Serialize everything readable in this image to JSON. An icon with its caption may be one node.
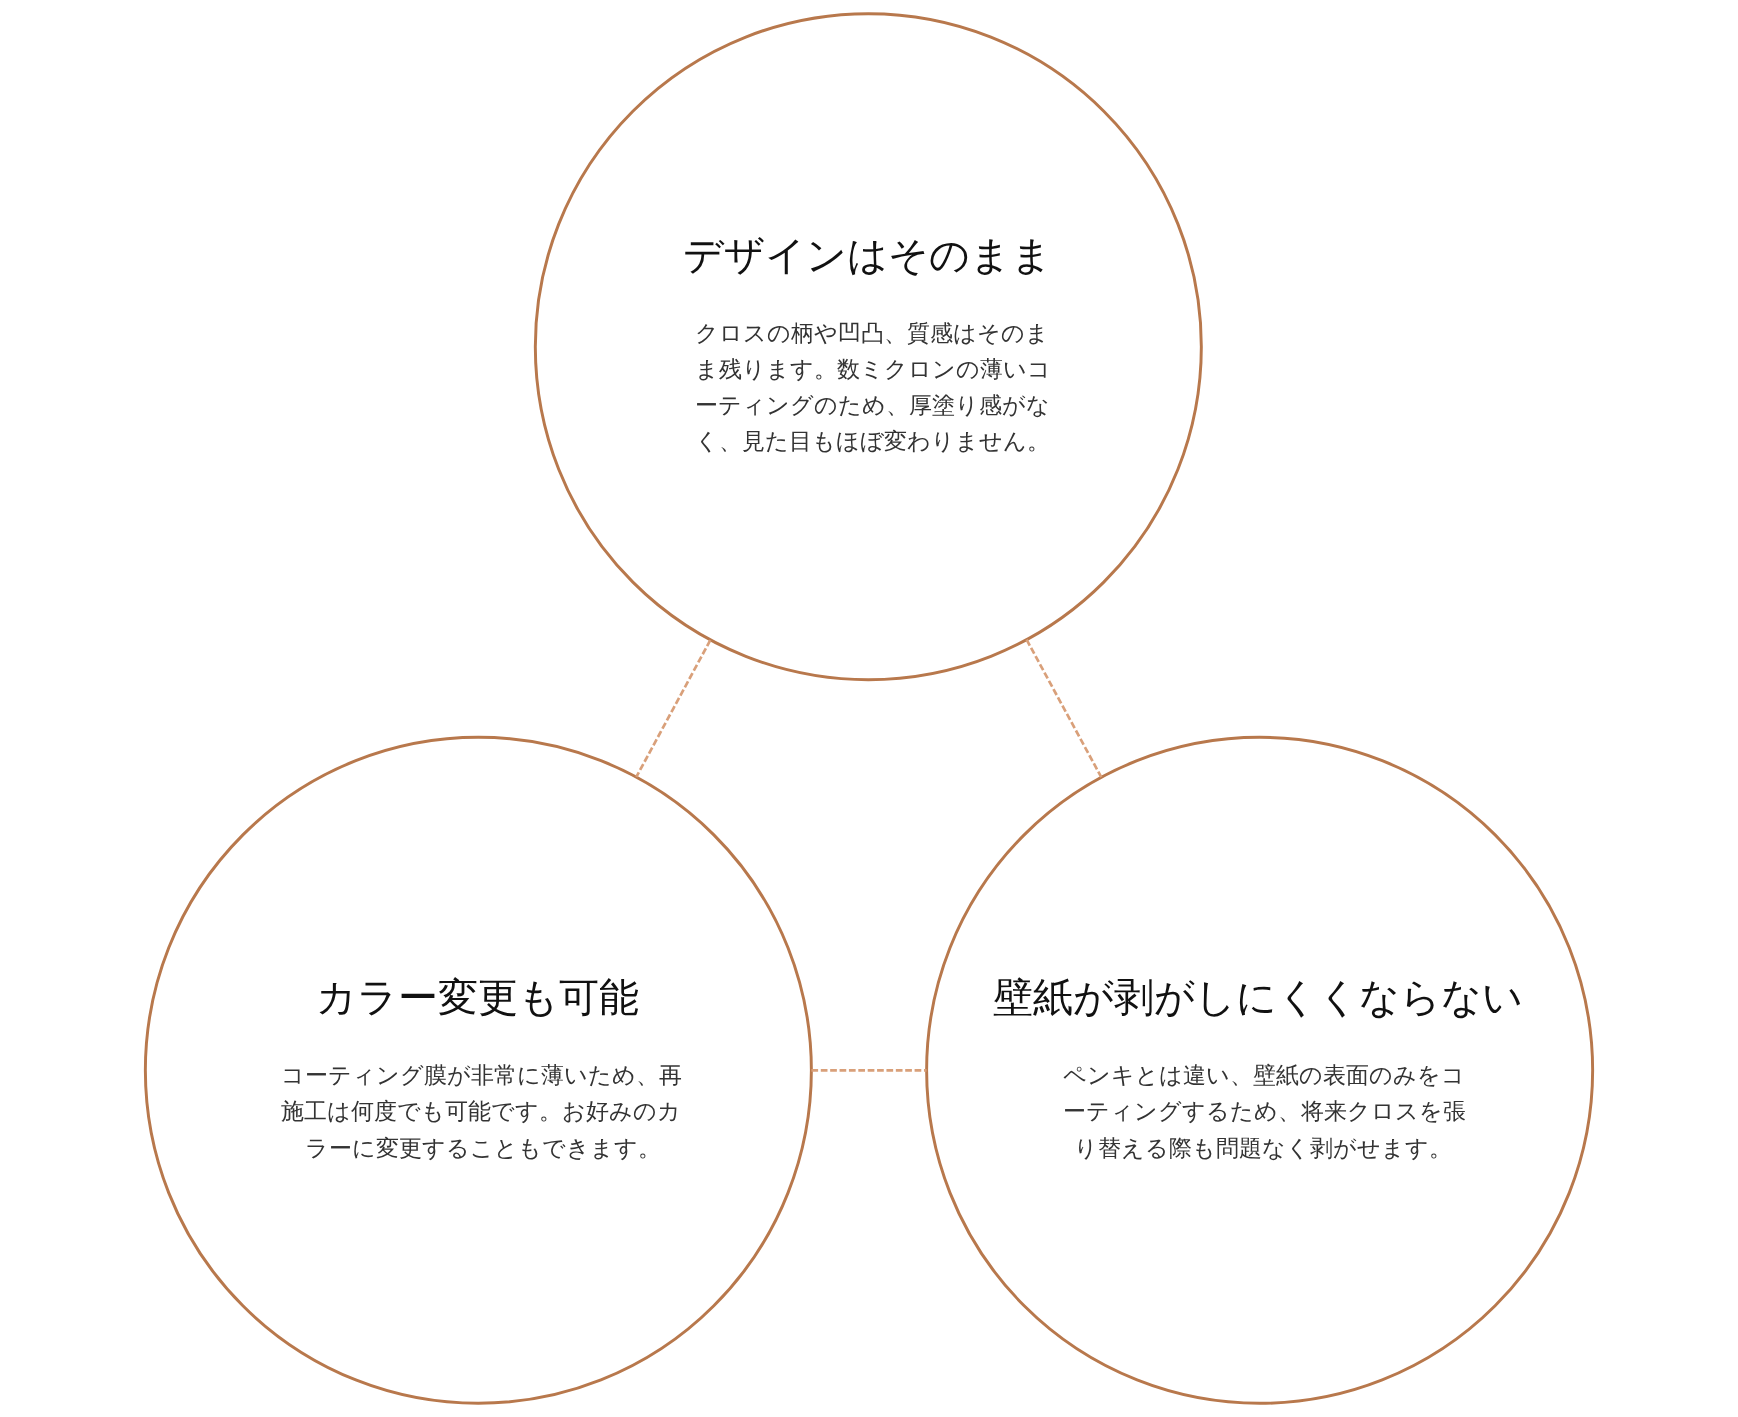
{
  "diagram": {
    "nodes": [
      {
        "text": [
          "デザインはそのまま",
          "クロスの柄や凹凸、質感はそのまま残ります。数ミクロンの薄いコーティングのため、厚塗り感がなく、見た目もほぼ変わりません。"
        ]
      },
      {
        "text": [
          "カラー変更も可能",
          "コーティング膜が非常に薄いため、再施工は何度でも可能です。お好みのカラーに変更することもできます。"
        ]
      },
      {
        "text": [
          "壁紙が剥がしにくくならない",
          "ペンキとは違い、壁紙の表面のみをコーティングするため、将来クロスを張り替える際も問題なく剥がせます。"
        ]
      }
    ],
    "edges": [
      {
        "from": 0,
        "to": 1,
        "arrow": "none",
        "style": "dashed"
      },
      {
        "from": 0,
        "to": 2,
        "arrow": "none",
        "style": "dashed"
      },
      {
        "from": 1,
        "to": 2,
        "arrow": "none",
        "style": "dashed"
      }
    ]
  }
}
